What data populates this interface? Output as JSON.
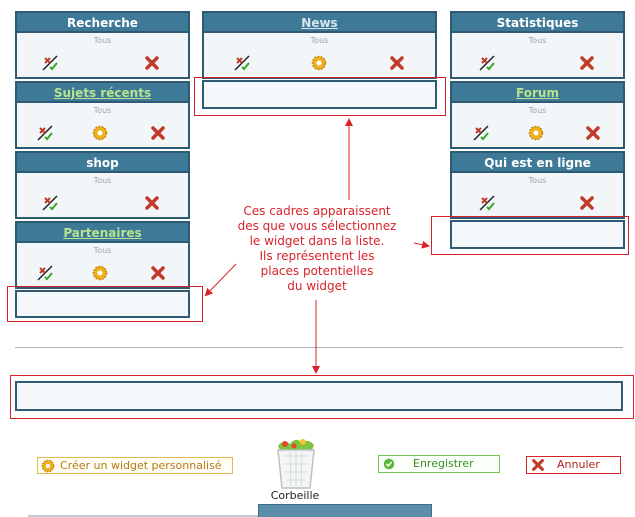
{
  "widgets": [
    {
      "id": "recherche",
      "title": "Recherche",
      "style": "plain",
      "sub": "Tous",
      "icons": [
        "unpin-icon",
        "delete-icon"
      ]
    },
    {
      "id": "news",
      "title": "News",
      "style": "news",
      "sub": "Tous",
      "icons": [
        "unpin-icon",
        "settings-icon",
        "delete-icon"
      ]
    },
    {
      "id": "statistiques",
      "title": "Statistiques",
      "style": "plain",
      "sub": "Tous",
      "icons": [
        "unpin-icon",
        "delete-icon"
      ]
    },
    {
      "id": "sujets",
      "title": "Sujets récents",
      "style": "link",
      "sub": "Tous",
      "icons": [
        "unpin-icon",
        "settings-icon",
        "delete-icon"
      ]
    },
    {
      "id": "forum",
      "title": "Forum",
      "style": "link",
      "sub": "Tous",
      "icons": [
        "unpin-icon",
        "settings-icon",
        "delete-icon"
      ]
    },
    {
      "id": "shop",
      "title": "shop",
      "style": "plain",
      "sub": "Tous",
      "icons": [
        "unpin-icon",
        "delete-icon"
      ]
    },
    {
      "id": "enligne",
      "title": "Qui est en ligne",
      "style": "plain",
      "sub": "Tous",
      "icons": [
        "unpin-icon",
        "delete-icon"
      ]
    },
    {
      "id": "partenaires",
      "title": "Partenaires",
      "style": "link",
      "sub": "Tous",
      "icons": [
        "unpin-icon",
        "settings-icon",
        "delete-icon"
      ]
    }
  ],
  "annotation": {
    "text": "Ces cadres apparaissent des que vous sélectionnez le widget dans la liste. Ils représentent les places potentielles du widget",
    "lines": [
      "Ces cadres apparaissent",
      "des que vous sélectionnez",
      "le widget dans la liste.",
      "Ils représentent les",
      "places potentielles",
      "du widget"
    ]
  },
  "buttons": {
    "create": "Créer un widget personnalisé",
    "save": "Enregistrer",
    "cancel": "Annuler"
  },
  "trash": {
    "label": "Corbeille"
  },
  "colors": {
    "header": "#3e7a98",
    "border": "#2f5a74",
    "annotation": "#d9232b",
    "link": "#b7e48e"
  }
}
